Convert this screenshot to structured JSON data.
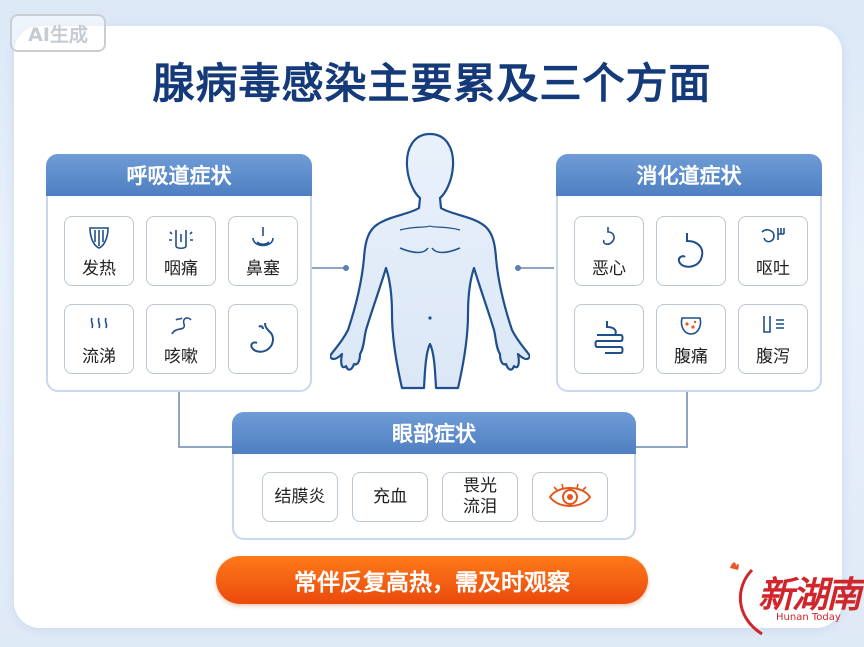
{
  "badge": "AI生成",
  "title": "腺病毒感染主要累及三个方面",
  "respiratory": {
    "heading": "呼吸道症状",
    "items": [
      {
        "label": "发热",
        "icon": "throat-icon"
      },
      {
        "label": "咽痛",
        "icon": "sore-throat-icon"
      },
      {
        "label": "鼻塞",
        "icon": "nose-icon"
      },
      {
        "label": "流涕",
        "icon": "runny-nose-icon"
      },
      {
        "label": "咳嗽",
        "icon": "cough-icon"
      },
      {
        "label": "",
        "icon": "stomach-icon"
      }
    ]
  },
  "digestive": {
    "heading": "消化道症状",
    "items": [
      {
        "label": "恶心",
        "icon": "nausea-icon"
      },
      {
        "label": "",
        "icon": "stomach-icon"
      },
      {
        "label": "呕吐",
        "icon": "vomit-icon"
      },
      {
        "label": "",
        "icon": "intestine-icon"
      },
      {
        "label": "腹痛",
        "icon": "abdominal-pain-icon"
      },
      {
        "label": "腹泻",
        "icon": "diarrhea-icon"
      }
    ]
  },
  "eye": {
    "heading": "眼部症状",
    "items": [
      {
        "label": "结膜炎"
      },
      {
        "label": "充血"
      },
      {
        "label": "畏光\n流泪"
      },
      {
        "label": "",
        "icon": "eye-icon"
      }
    ]
  },
  "banner": "常伴反复高热，需及时观察",
  "logo": {
    "text": "新湖南",
    "sub": "Hunan Today",
    "color": "#d0252b"
  },
  "colors": {
    "title": "#143a7a",
    "header": "#4f7fc2",
    "banner": "#ea4a0c",
    "icon": "#1f4f8c"
  }
}
